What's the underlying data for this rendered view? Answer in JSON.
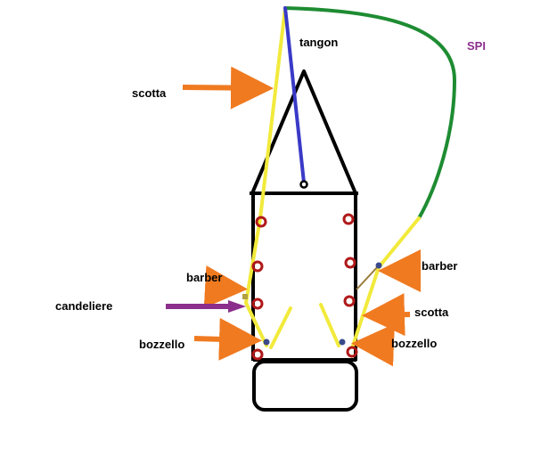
{
  "labels": {
    "tangon": "tangon",
    "spi": "SPI",
    "scotta_top": "scotta",
    "barber_left": "barber",
    "candeliere": "candeliere",
    "bozzello_left": "bozzello",
    "barber_right": "barber",
    "scotta_right": "scotta",
    "bozzello_right": "bozzello"
  },
  "colors": {
    "hull": "#000000",
    "sheet": "#f2ea3c",
    "pole": "#3a3ac8",
    "spinnaker": "#1e8c32",
    "arrow": "#f07a20",
    "candeliere_arrow": "#8c2e8c",
    "stanchion": "#b01818",
    "barber_line": "#9a7a3a",
    "block": "#3a4a8a",
    "spi_label": "#8c2e8c"
  }
}
